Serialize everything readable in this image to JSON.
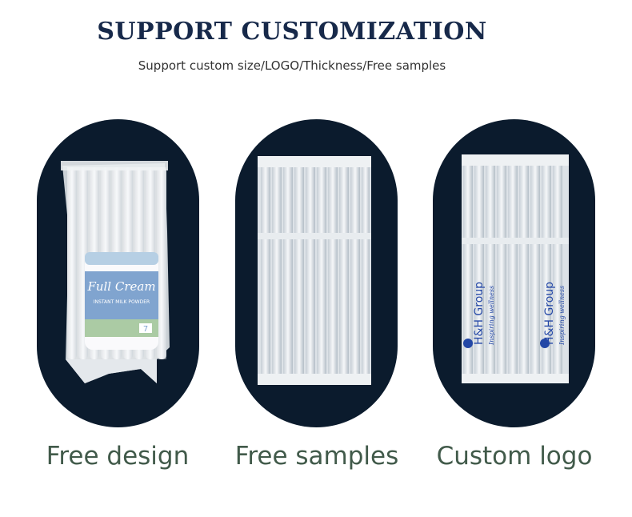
{
  "header": {
    "title": "SUPPORT CUSTOMIZATION",
    "subtitle": "Support custom size/LOGO/Thickness/Free samples"
  },
  "features": [
    {
      "caption": "Free design"
    },
    {
      "caption": "Free samples"
    },
    {
      "caption": "Custom logo"
    }
  ],
  "product_label": {
    "line1": "Full Cream",
    "line2": "INSTANT MILK POWDER",
    "badge": "7"
  },
  "logo_print": {
    "brand": "H&H Group",
    "tagline": "Inspiring wellness"
  },
  "colors": {
    "title": "#17294a",
    "card_bg": "#0b1b2d",
    "caption": "#415a4a",
    "logo_blue": "#2347a6"
  }
}
